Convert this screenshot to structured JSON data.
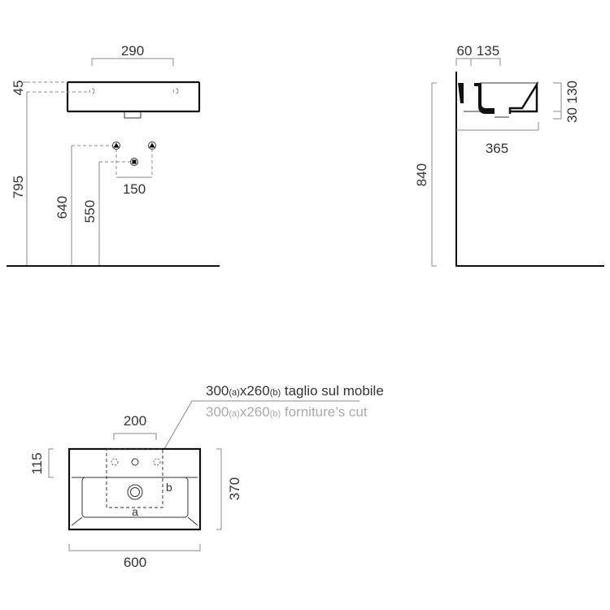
{
  "front_view": {
    "dim_width": "290",
    "dim_top": "45",
    "dim_height": "795",
    "dim_supply": "640",
    "dim_drain": "550",
    "dim_spacing": "150"
  },
  "side_view": {
    "dim_a": "60",
    "dim_b": "135",
    "dim_depth": "365",
    "dim_height": "840",
    "dim_right": "30 130"
  },
  "plan_view": {
    "dim_holes": "200",
    "dim_ledge": "115",
    "dim_depth": "370",
    "dim_width": "600",
    "label_a": "a",
    "label_b": "b",
    "cut_note": {
      "w": "300",
      "sa": "(a)",
      "x": "x260",
      "sb": "(b)",
      "it": " taglio sul mobile",
      "en": " forniture’s cut"
    }
  },
  "colors": {
    "line": "#111111",
    "dimension": "#888888",
    "note_secondary": "#aaaaaa"
  }
}
